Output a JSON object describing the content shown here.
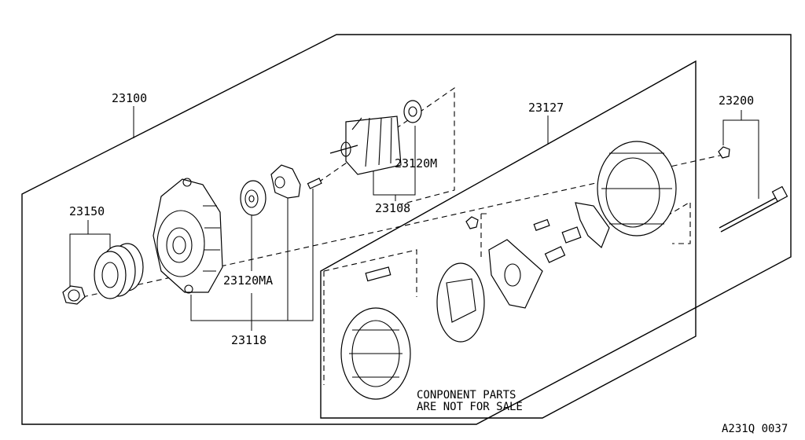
{
  "labels": {
    "assembly": "23100",
    "pulley_kit": "23150",
    "bearing_front": "23120MA",
    "front_cover_kit": "23118",
    "rotor": "23108",
    "bearing_rear": "23120M",
    "stator_kit": "23127",
    "rear_cover": "23200"
  },
  "note": {
    "line1": "CONPONENT PARTS",
    "line2": "ARE NOT FOR SALE"
  },
  "reference_code": "A231Q 0037"
}
